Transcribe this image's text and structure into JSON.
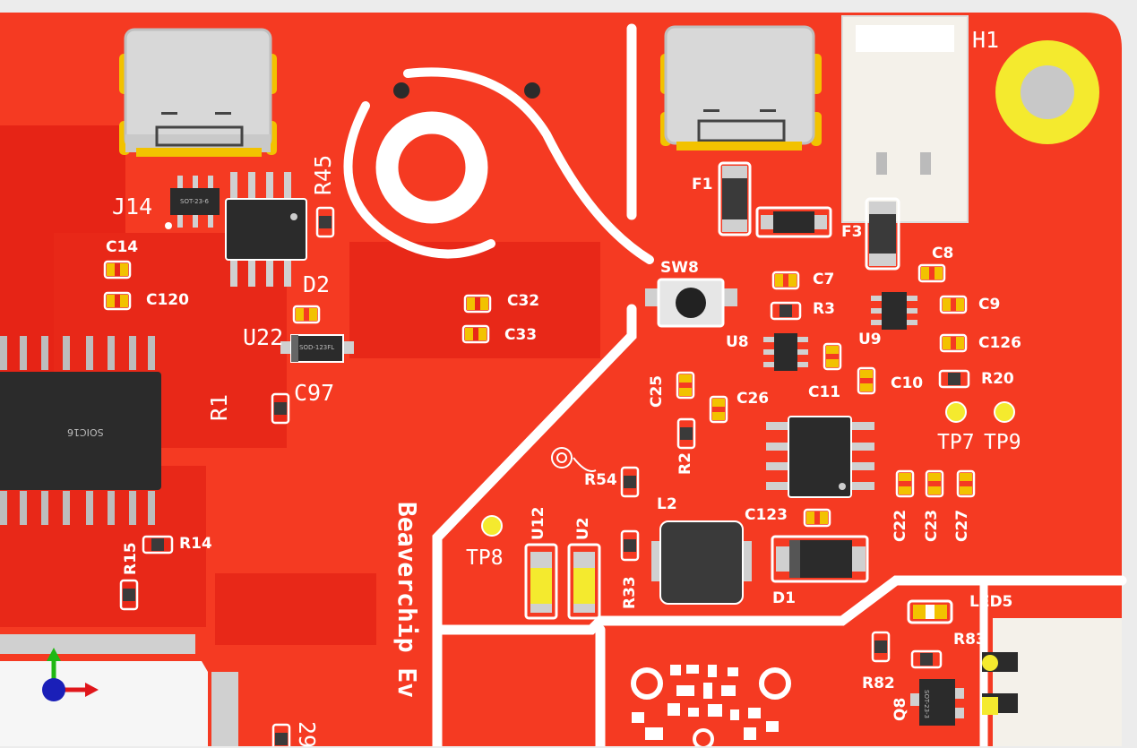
{
  "colors": {
    "board": "#f53a22",
    "board_dark": "#e11d12",
    "silk": "#ffffff",
    "pad_gold": "#f2c200",
    "chip_body": "#2b2b2b",
    "background": "#ececec"
  },
  "designators": {
    "H1": "H1",
    "J14": "J14",
    "R45": "R45",
    "C14": "C14",
    "C120": "C120",
    "D2": "D2",
    "U22": "U22",
    "C97": "C97",
    "R1": "R1",
    "C32": "C32",
    "C33": "C33",
    "F1": "F1",
    "F3": "F3",
    "SW8": "SW8",
    "C7": "C7",
    "R3": "R3",
    "C8": "C8",
    "C9": "C9",
    "U8": "U8",
    "U9": "U9",
    "C126": "C126",
    "C25": "C25",
    "C26": "C26",
    "C11": "C11",
    "C10": "C10",
    "R20": "R20",
    "TP7": "TP7",
    "TP9": "TP9",
    "R2": "R2",
    "R54": "R54",
    "L2": "L2",
    "C123": "C123",
    "TP8": "TP8",
    "U12": "U12",
    "U2": "U2",
    "R33": "R33",
    "C22": "C22",
    "C23": "C23",
    "C27": "C27",
    "D1": "D1",
    "R14": "R14",
    "R15": "R15",
    "LED5": "LED5",
    "R83": "R83",
    "R82": "R82",
    "Q8": "Q8",
    "R29": "29"
  },
  "board_text": "Beaverchip Ev",
  "chip_markings": {
    "soic16": "SOIC16",
    "sod123": "SOD-123FL",
    "sot23_j14": "SOT-23-6",
    "sot23_q8": "SOT-23-3"
  },
  "icons": {
    "axis_gizmo": "xyz-axis-icon",
    "qr_code": "qr-code-icon"
  }
}
